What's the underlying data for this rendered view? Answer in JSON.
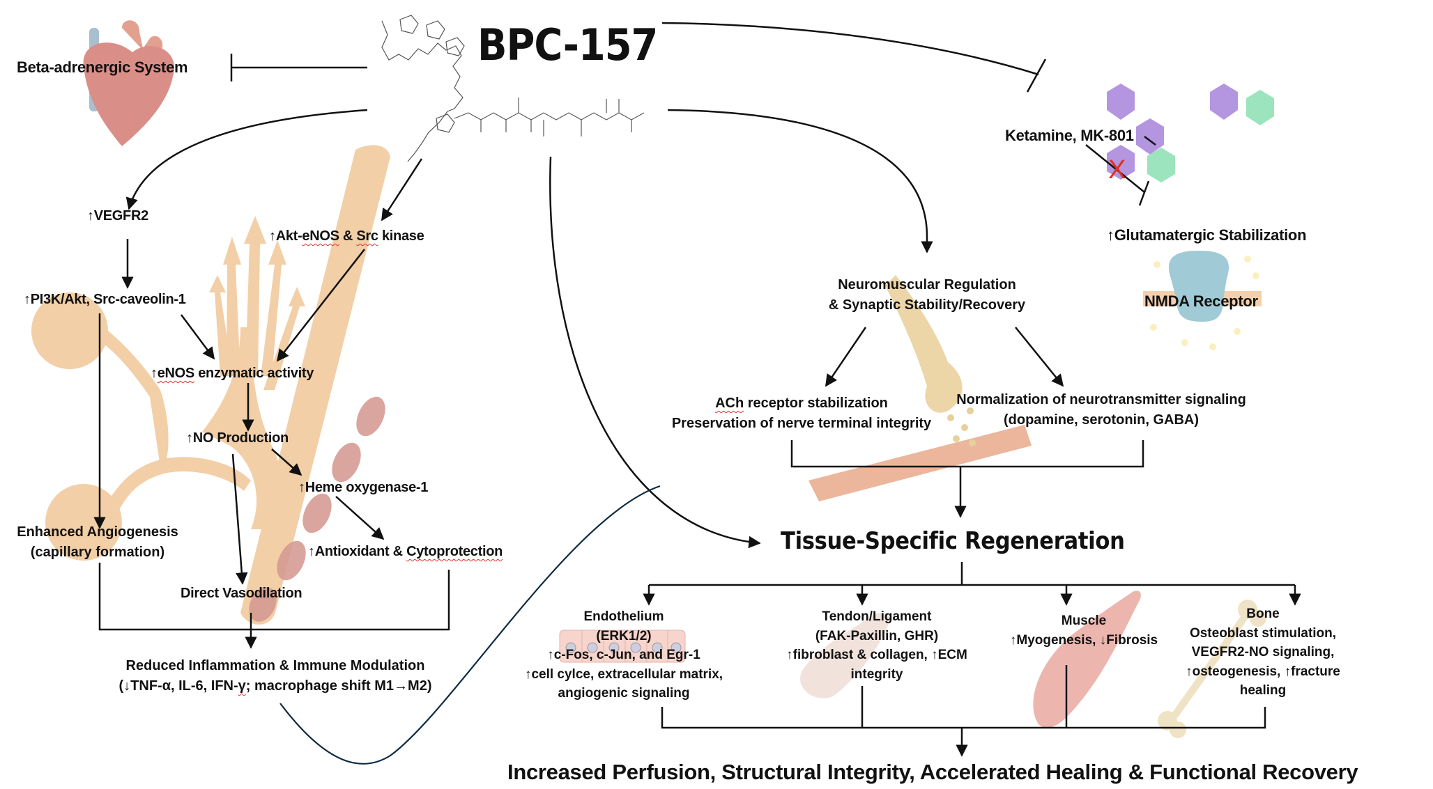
{
  "title": "BPC-157",
  "colors": {
    "vessel": "#f2cfa6",
    "rbc": "#d69c94",
    "hex_purple": "#b495e0",
    "hex_green": "#9be4bd",
    "inhibit_x": "#e03020",
    "heart": "#d98f87",
    "receptor": "#9fcad6"
  },
  "top": {
    "beta_adrenergic": "Beta-adrenergic System",
    "ketamine": "Ketamine, MK-801",
    "glutamatergic": "↑Glutamatergic Stabilization",
    "nmda": "NMDA Receptor",
    "blocked_mark": "X"
  },
  "vascular": {
    "vegfr2": "↑VEGFR2",
    "akt_enos_prefix": "↑Akt-",
    "akt_enos_word": "eNOS",
    "akt_enos_mid": " & ",
    "akt_enos_src": "Src",
    "akt_enos_suffix": " kinase",
    "pi3k": "↑PI3K/Akt, Src-caveolin-1",
    "enos_prefix": "↑",
    "enos_word": "eNOS",
    "enos_suffix": " enzymatic activity",
    "no_production": "↑NO Production",
    "heme": "↑Heme oxygenase-1",
    "angio_line1": "Enhanced Angiogenesis",
    "angio_line2": "(capillary formation)",
    "antiox_prefix": "↑Antioxidant & ",
    "antiox_word": "Cytoprotection",
    "vasodilation": "Direct Vasodilation",
    "inflammation_line1": "Reduced Inflammation & Immune Modulation",
    "inflammation_line2_a": "(↓TNF-α, IL-6, IFN-",
    "inflammation_line2_b": "γ",
    "inflammation_line2_c": "; macrophage shift M1→M2)"
  },
  "neuro": {
    "title_line1": "Neuromuscular Regulation",
    "title_line2": "& Synaptic Stability/Recovery",
    "ach_word": "ACh",
    "ach_rest": " receptor stabilization",
    "nerve_terminal": "Preservation of nerve terminal integrity",
    "neurotransmitter_line1": "Normalization of neurotransmitter signaling",
    "neurotransmitter_line2": "(dopamine, serotonin, GABA)"
  },
  "regeneration": {
    "title": "Tissue-Specific Regeneration",
    "tissues": [
      {
        "name": "Endothelium",
        "lines": [
          "(ERK1/2)",
          "↑c-Fos, c-Jun, and Egr-1",
          "↑cell cylce, extracellular matrix,",
          "angiogenic signaling"
        ]
      },
      {
        "name": "Tendon/Ligament",
        "lines": [
          "(FAK-Paxillin, GHR)",
          "↑fibroblast & collagen, ↑ECM",
          "integrity"
        ]
      },
      {
        "name": "Muscle",
        "lines": [
          "↑Myogenesis, ↓Fibrosis"
        ]
      },
      {
        "name": "Bone",
        "lines": [
          "Osteoblast stimulation,",
          "VEGFR2-NO signaling,",
          "↑osteogenesis, ↑fracture",
          "healing"
        ]
      }
    ]
  },
  "outcome": "Increased Perfusion, Structural Integrity, Accelerated Healing & Functional Recovery"
}
